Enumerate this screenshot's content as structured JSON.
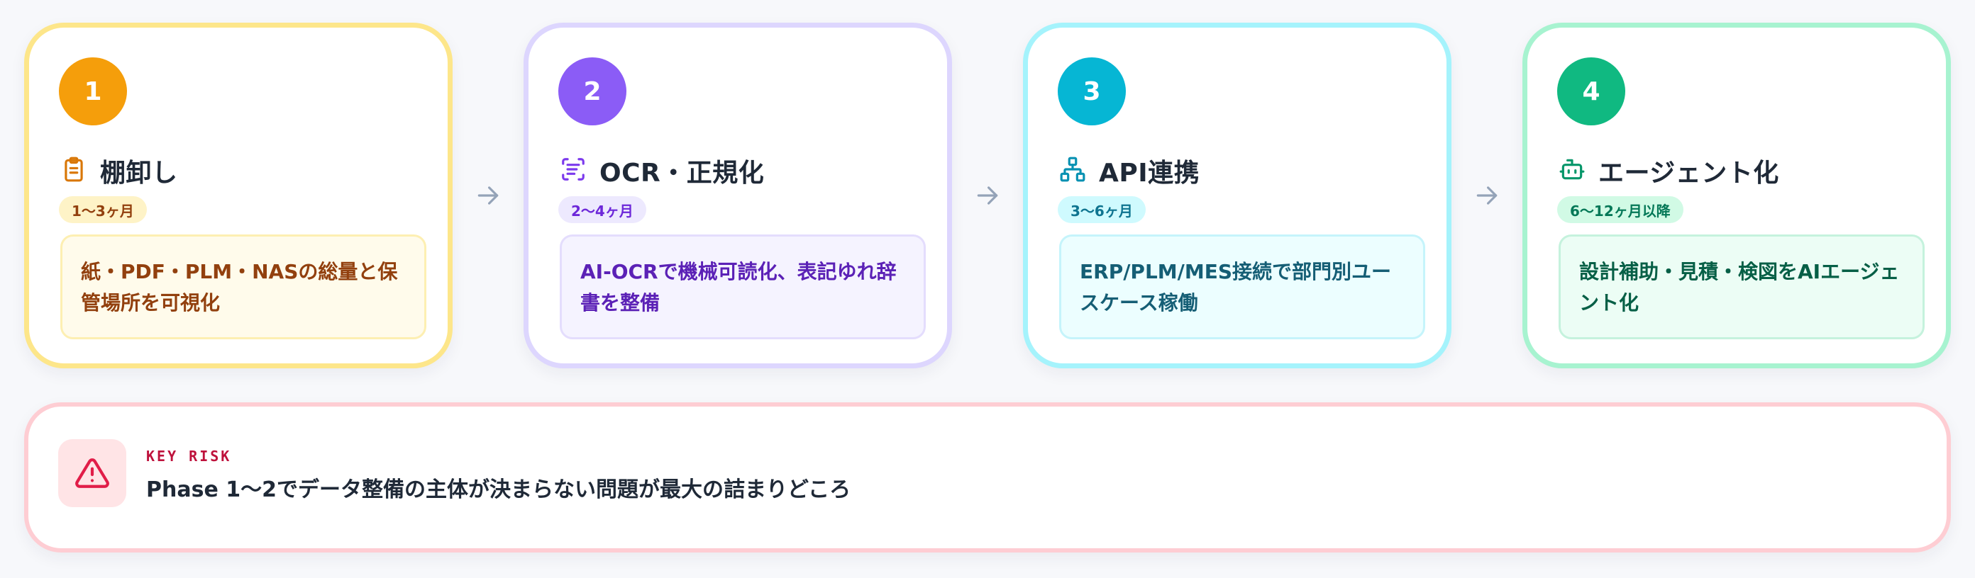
{
  "steps": [
    {
      "number": "1",
      "icon": "clipboard-icon",
      "title": "棚卸し",
      "duration": "1〜3ヶ月",
      "description": "紙・PDF・PLM・NASの総量と保管場所を可視化",
      "accent": "#f59e0b"
    },
    {
      "number": "2",
      "icon": "scan-text-icon",
      "title": "OCR・正規化",
      "duration": "2〜4ヶ月",
      "description": "AI-OCRで機械可読化、表記ゆれ辞書を整備",
      "accent": "#8b5cf6"
    },
    {
      "number": "3",
      "icon": "network-icon",
      "title": "API連携",
      "duration": "3〜6ヶ月",
      "description": "ERP/PLM/MES接続で部門別ユースケース稼働",
      "accent": "#06b6d4"
    },
    {
      "number": "4",
      "icon": "robot-icon",
      "title": "エージェント化",
      "duration": "6〜12ヶ月以降",
      "description": "設計補助・見積・検図をAIエージェント化",
      "accent": "#10b981"
    }
  ],
  "arrows": [
    "arrow-right-icon",
    "arrow-right-icon",
    "arrow-right-icon"
  ],
  "risk": {
    "icon": "warning-icon",
    "label": "KEY RISK",
    "text": "Phase 1〜2でデータ整備の主体が決まらない問題が最大の詰まりどころ",
    "accent": "#be123c"
  }
}
